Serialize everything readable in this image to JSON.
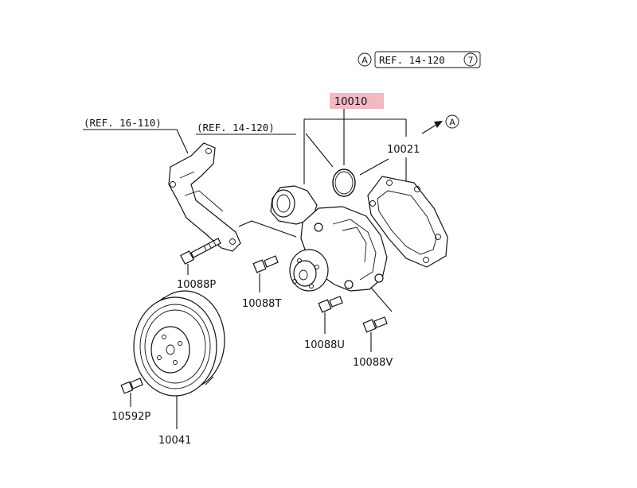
{
  "diagram": {
    "ref_top": {
      "circle_letter": "A",
      "text": "REF. 14-120",
      "circle_number": "7"
    },
    "ref_left": "(REF. 16-110)",
    "ref_mid": "(REF. 14-120)",
    "arrow_ref_letter": "A",
    "highlight_color": "#f2b9c3",
    "parts": [
      {
        "id": "10010",
        "label": "10010",
        "highlighted": true
      },
      {
        "id": "10021",
        "label": "10021",
        "highlighted": false
      },
      {
        "id": "10088P",
        "label": "10088P",
        "highlighted": false
      },
      {
        "id": "10088T",
        "label": "10088T",
        "highlighted": false
      },
      {
        "id": "10088U",
        "label": "10088U",
        "highlighted": false
      },
      {
        "id": "10088V",
        "label": "10088V",
        "highlighted": false
      },
      {
        "id": "10592P",
        "label": "10592P",
        "highlighted": false
      },
      {
        "id": "10041",
        "label": "10041",
        "highlighted": false
      }
    ]
  }
}
